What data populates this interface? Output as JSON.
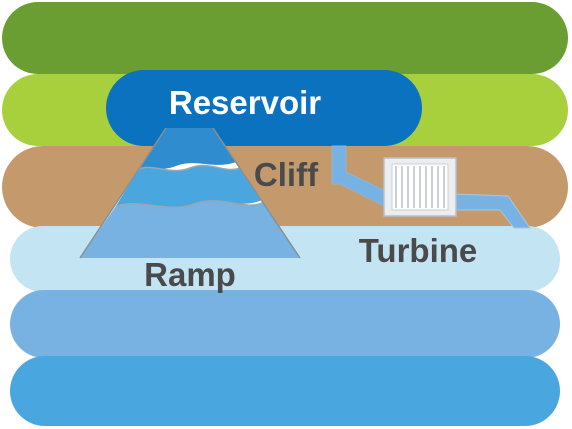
{
  "labels": {
    "reservoir": "Reservoir",
    "cliff": "Cliff",
    "turbine": "Turbine",
    "ramp": "Ramp"
  },
  "colors": {
    "band_dark_green": "#6a9e33",
    "band_light_green": "#a8cf3c",
    "band_tan": "#c49a6c",
    "band_pale_blue": "#c3e4f3",
    "band_mid_blue": "#77b2e2",
    "band_blue": "#4aa6df",
    "reservoir": "#0a72be",
    "water_light": "#5fb0e5",
    "water_mid": "#3d9ad7",
    "pipe": "#77b2e2",
    "turbine_body": "#eaeef1",
    "turbine_fins": "#c9cfd4",
    "reservoir_text": "#ffffff",
    "label_text": "#4a4a4a"
  }
}
